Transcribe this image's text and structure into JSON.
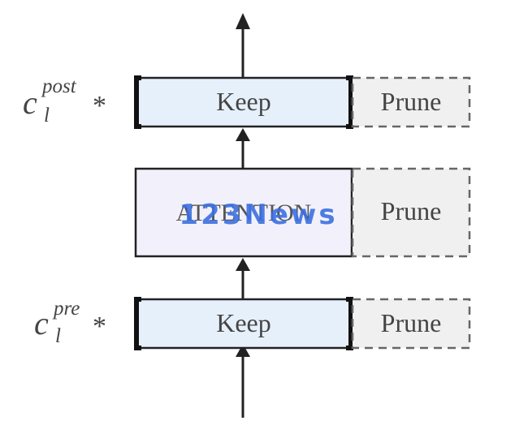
{
  "diagram": {
    "top_row": {
      "coefficient_base": "c",
      "coefficient_sup": "post",
      "coefficient_sub": "l",
      "operator": "*",
      "keep_label": "Keep",
      "prune_label": "Prune"
    },
    "middle_row": {
      "block_label": "ATTENTION",
      "prune_label": "Prune"
    },
    "bottom_row": {
      "coefficient_base": "c",
      "coefficient_sup": "pre",
      "coefficient_sub": "l",
      "operator": "*",
      "keep_label": "Keep",
      "prune_label": "Prune"
    }
  },
  "watermark": {
    "text": "123News",
    "color": "#3b6fe0"
  },
  "colors": {
    "keep_fill": "#e6f0fb",
    "attention_fill": "#f2f1fb",
    "prune_fill": "#f0f0f0",
    "stroke": "#222222",
    "dashed_stroke": "#666666"
  }
}
